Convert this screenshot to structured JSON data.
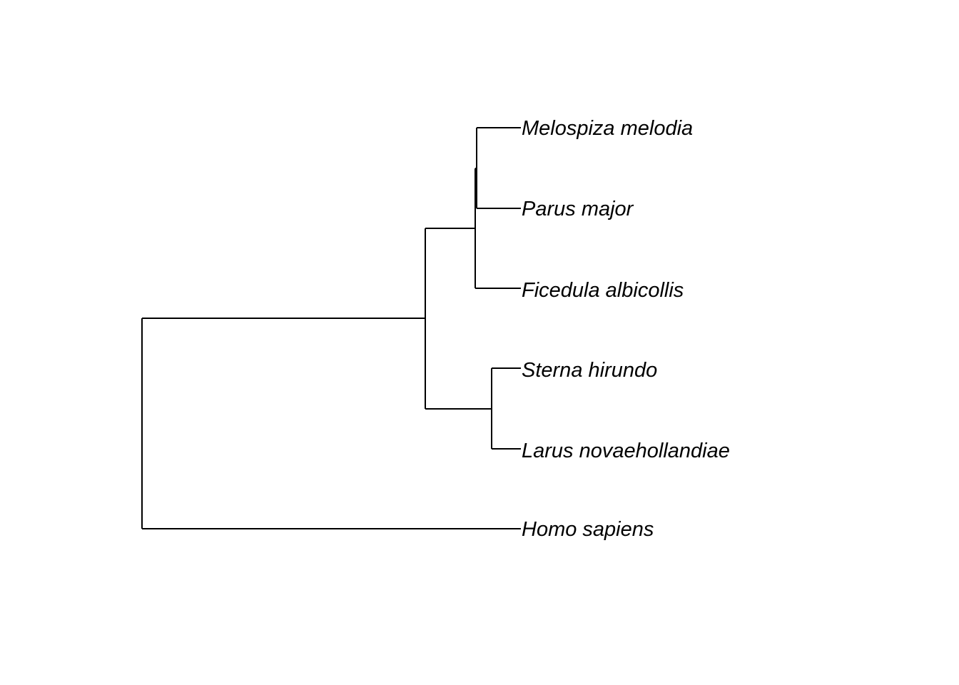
{
  "tree": {
    "tips": [
      {
        "id": "melospiza",
        "label": "Melospiza melodia"
      },
      {
        "id": "parus",
        "label": "Parus major"
      },
      {
        "id": "ficedula",
        "label": "Ficedula albicollis"
      },
      {
        "id": "sterna",
        "label": "Sterna hirundo"
      },
      {
        "id": "larus",
        "label": "Larus novaehollandiae"
      },
      {
        "id": "homo",
        "label": "Homo sapiens"
      }
    ],
    "colors": {
      "background": "#ffffff",
      "branches": "#000000",
      "labels": "#000000"
    }
  }
}
